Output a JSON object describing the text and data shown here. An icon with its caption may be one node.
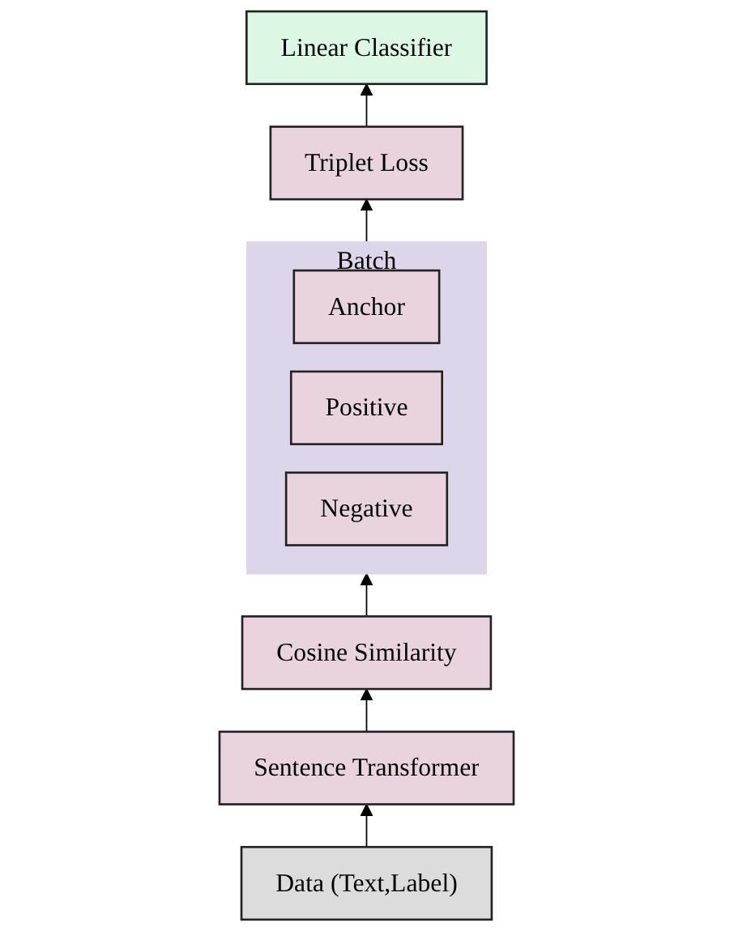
{
  "diagram": {
    "nodes": [
      {
        "text": [
          "Linear Classifier"
        ]
      },
      {
        "text": [
          "Triplet Loss"
        ]
      },
      {
        "text": [
          "Batch"
        ]
      },
      {
        "text": [
          "Anchor"
        ],
        "in": 2
      },
      {
        "text": [
          "Positive"
        ],
        "in": 2
      },
      {
        "text": [
          "Negative"
        ],
        "in": 2
      },
      {
        "text": [
          "Cosine Similarity"
        ]
      },
      {
        "text": [
          "Sentence Transformer"
        ]
      },
      {
        "text": [
          "Data (Text,Label)"
        ]
      }
    ],
    "edges": [
      {
        "from": 8,
        "to": 7,
        "arrow": "to"
      },
      {
        "from": 7,
        "to": 6,
        "arrow": "to"
      },
      {
        "from": 6,
        "to": 2,
        "arrow": "to"
      },
      {
        "from": 2,
        "to": 1,
        "arrow": "to"
      },
      {
        "from": 1,
        "to": 0,
        "arrow": "to"
      }
    ]
  }
}
